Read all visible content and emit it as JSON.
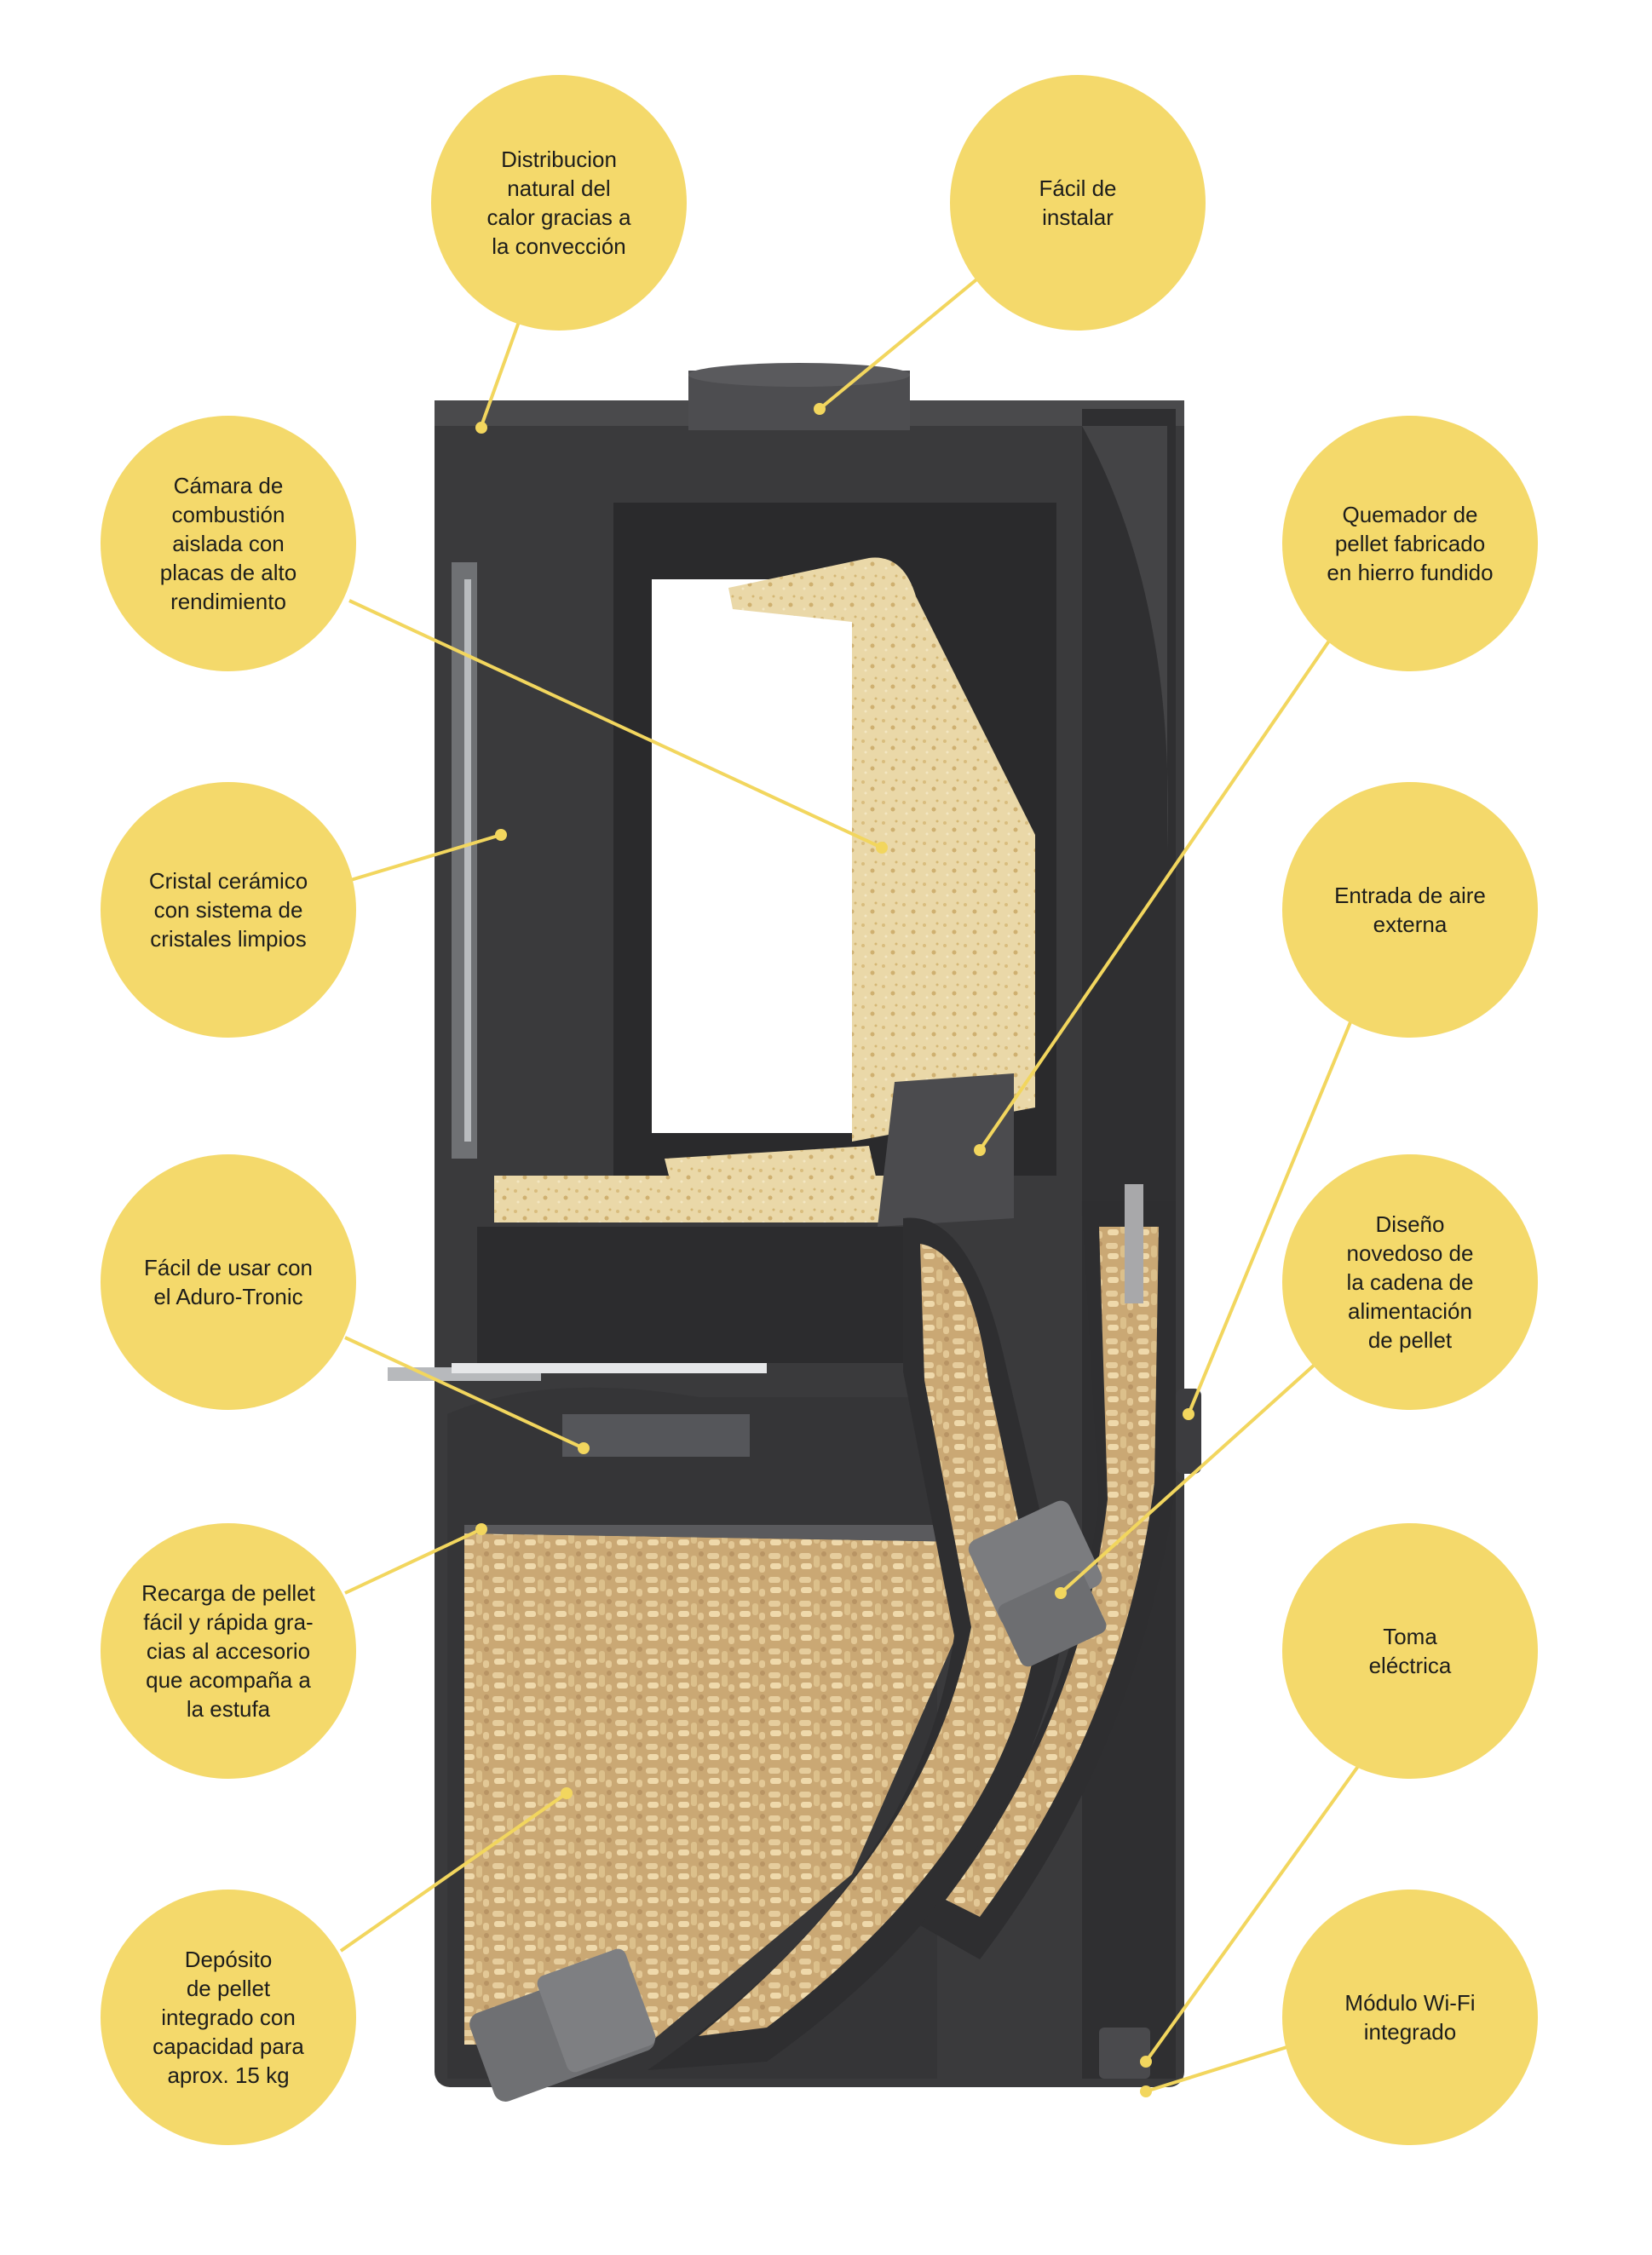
{
  "colors": {
    "bubble": "#f4d96b",
    "stove": "#3b3b3d",
    "stove_dark": "#2a2a2c",
    "pellet": "#d9bf8c",
    "board": "#e8d6a6",
    "leader": "#f2d65e"
  },
  "callouts": [
    {
      "id": "convection",
      "text": "Distribucion\nnatural del\ncalor gracias a\nla convección"
    },
    {
      "id": "install",
      "text": "Fácil de\ninstalar"
    },
    {
      "id": "chamber",
      "text": "Cámara de\ncombustión\naislada con\nplacas de alto\nrendimiento"
    },
    {
      "id": "burner",
      "text": "Quemador de\npellet fabricado\nen hierro fundido"
    },
    {
      "id": "glass",
      "text": "Cristal cerámico\ncon sistema de\ncristales limpios"
    },
    {
      "id": "air",
      "text": "Entrada de aire\nexterna"
    },
    {
      "id": "tronic",
      "text": "Fácil de usar con\nel Aduro-Tronic"
    },
    {
      "id": "chain",
      "text": "Diseño\nnovedoso de\nla cadena de\nalimentación\nde pellet"
    },
    {
      "id": "refill",
      "text": "Recarga de pellet\nfácil y rápida gra-\ncias al accesorio\nque acompaña a\nla estufa"
    },
    {
      "id": "socket",
      "text": "Toma\neléctrica"
    },
    {
      "id": "tank",
      "text": "Depósito\nde pellet\nintegrado con\ncapacidad para\naprox. 15 kg"
    },
    {
      "id": "wifi",
      "text": "Módulo Wi-Fi\nintegrado"
    }
  ]
}
